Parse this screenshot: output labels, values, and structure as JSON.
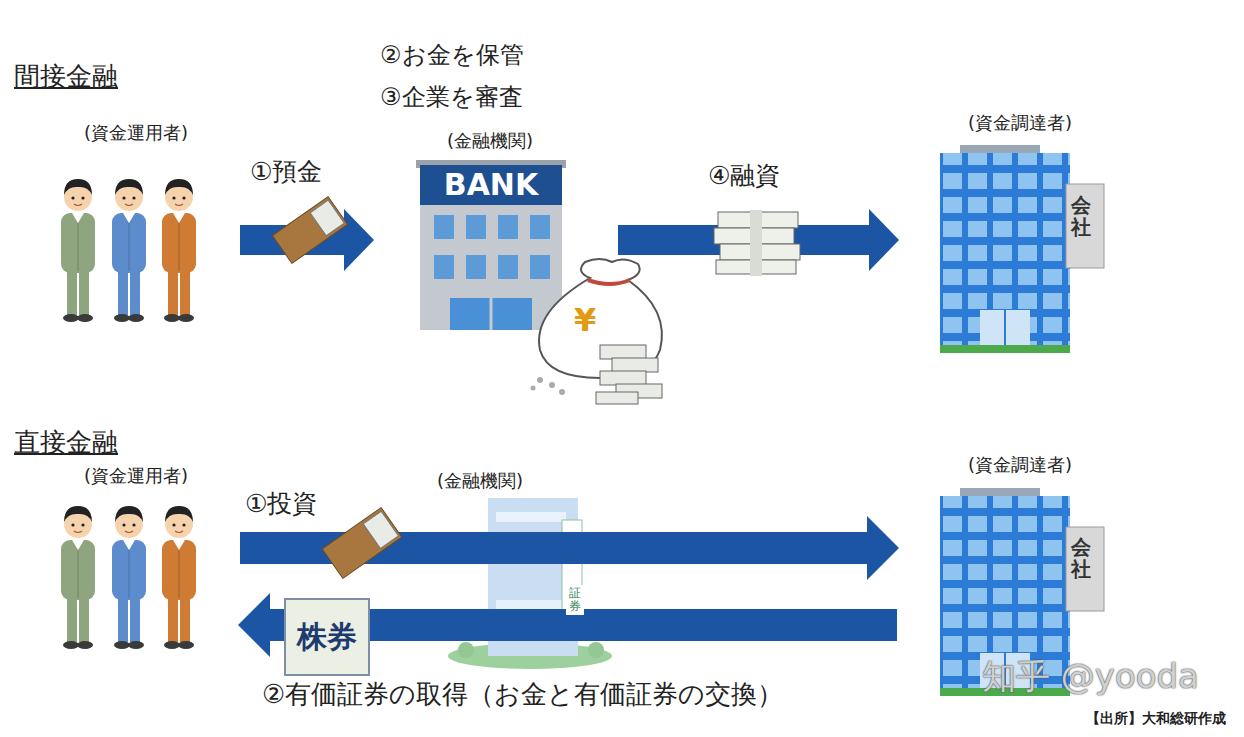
{
  "diagram": {
    "nodes": [
      {
        "text": [
          "(資金運用者)"
        ]
      },
      {
        "text": [
          "②お金を保管",
          "③企業を審査",
          "(金融機関)",
          "BANK"
        ]
      },
      {
        "text": [
          "(資金調達者)",
          "会社"
        ]
      },
      {
        "text": [
          "(資金運用者)"
        ]
      },
      {
        "text": [
          "(金融機関)",
          "証券"
        ]
      },
      {
        "text": [
          "(資金調達者)",
          "会社"
        ]
      }
    ],
    "edges": [
      {
        "from": 0,
        "to": 1,
        "label": "①預金",
        "arrow": "to"
      },
      {
        "from": 1,
        "to": 2,
        "label": "④融資",
        "arrow": "to"
      },
      {
        "from": 3,
        "to": 5,
        "label": "①投資",
        "arrow": "to"
      },
      {
        "from": 5,
        "to": 3,
        "label": "②有価証券の取得（お金と有価証券の交換）",
        "arrow": "to"
      }
    ],
    "labels": [
      "間接金融",
      "直接金融",
      "¥",
      "株券",
      "知乎 @yooda",
      "【出所】大和総研作成"
    ]
  }
}
